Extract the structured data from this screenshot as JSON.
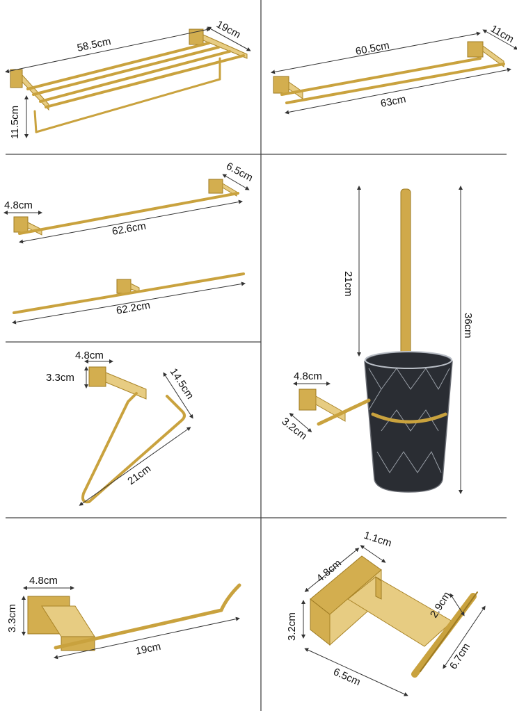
{
  "panels": {
    "towel_shelf": {
      "width_label": "58.5cm",
      "depth_label": "19cm",
      "height_label": "11.5cm"
    },
    "double_bar": {
      "inner_label": "60.5cm",
      "depth_label": "11cm",
      "length_label": "63cm"
    },
    "single_bar_a": {
      "base_label": "4.8cm",
      "depth_label": "6.5cm",
      "length_label": "62.6cm"
    },
    "single_bar_b": {
      "length_label": "62.2cm"
    },
    "brush_holder": {
      "handle_label": "21cm",
      "total_label": "36cm",
      "base_w_label": "4.8cm",
      "base_h_label": "3.2cm"
    },
    "towel_ring": {
      "base_w_label": "4.8cm",
      "base_h_label": "3.3cm",
      "side_label": "14.5cm",
      "length_label": "21cm"
    },
    "paper_holder": {
      "base_w_label": "4.8cm",
      "base_h_label": "3.3cm",
      "length_label": "19cm"
    },
    "robe_hook": {
      "top_label": "1.1cm",
      "base_w_label": "4.8cm",
      "base_h_label": "3.2cm",
      "hook_label": "2.9cm",
      "depth_label": "6.7cm",
      "width_label": "6.5cm"
    }
  },
  "colors": {
    "gold": "#c9a23e",
    "gold_dark": "#9d7a22",
    "glass": "#2a2d33"
  }
}
